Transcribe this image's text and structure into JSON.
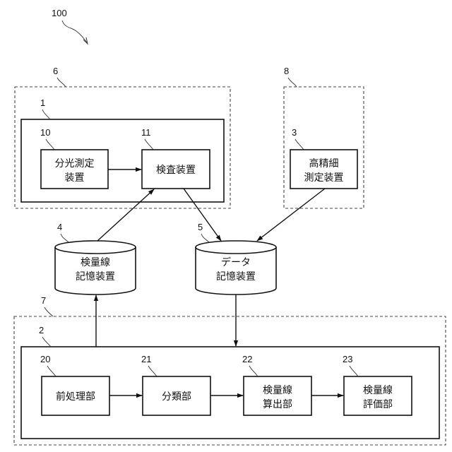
{
  "figure": {
    "ref": "100",
    "groups": {
      "g6": {
        "ref": "6"
      },
      "g8": {
        "ref": "8"
      },
      "g7": {
        "ref": "7"
      }
    },
    "units": {
      "u1": {
        "ref": "1"
      },
      "u2": {
        "ref": "2"
      }
    },
    "blocks": {
      "b10": {
        "ref": "10",
        "lines": [
          "分光測定",
          "装置"
        ]
      },
      "b11": {
        "ref": "11",
        "lines": [
          "検査装置"
        ]
      },
      "b3": {
        "ref": "3",
        "lines": [
          "高精細",
          "測定装置"
        ]
      },
      "b20": {
        "ref": "20",
        "lines": [
          "前処理部"
        ]
      },
      "b21": {
        "ref": "21",
        "lines": [
          "分類部"
        ]
      },
      "b22": {
        "ref": "22",
        "lines": [
          "検量線",
          "算出部"
        ]
      },
      "b23": {
        "ref": "23",
        "lines": [
          "検量線",
          "評価部"
        ]
      }
    },
    "storages": {
      "s4": {
        "ref": "4",
        "lines": [
          "検量線",
          "記憶装置"
        ]
      },
      "s5": {
        "ref": "5",
        "lines": [
          "データ",
          "記憶装置"
        ]
      }
    },
    "connections": [
      {
        "from": "10",
        "to": "11"
      },
      {
        "from": "4",
        "to": "11"
      },
      {
        "from": "11",
        "to": "5"
      },
      {
        "from": "3",
        "to": "5"
      },
      {
        "from": "2",
        "to": "4"
      },
      {
        "from": "5",
        "to": "2"
      },
      {
        "from": "20",
        "to": "21"
      },
      {
        "from": "21",
        "to": "22"
      },
      {
        "from": "22",
        "to": "23"
      }
    ]
  }
}
